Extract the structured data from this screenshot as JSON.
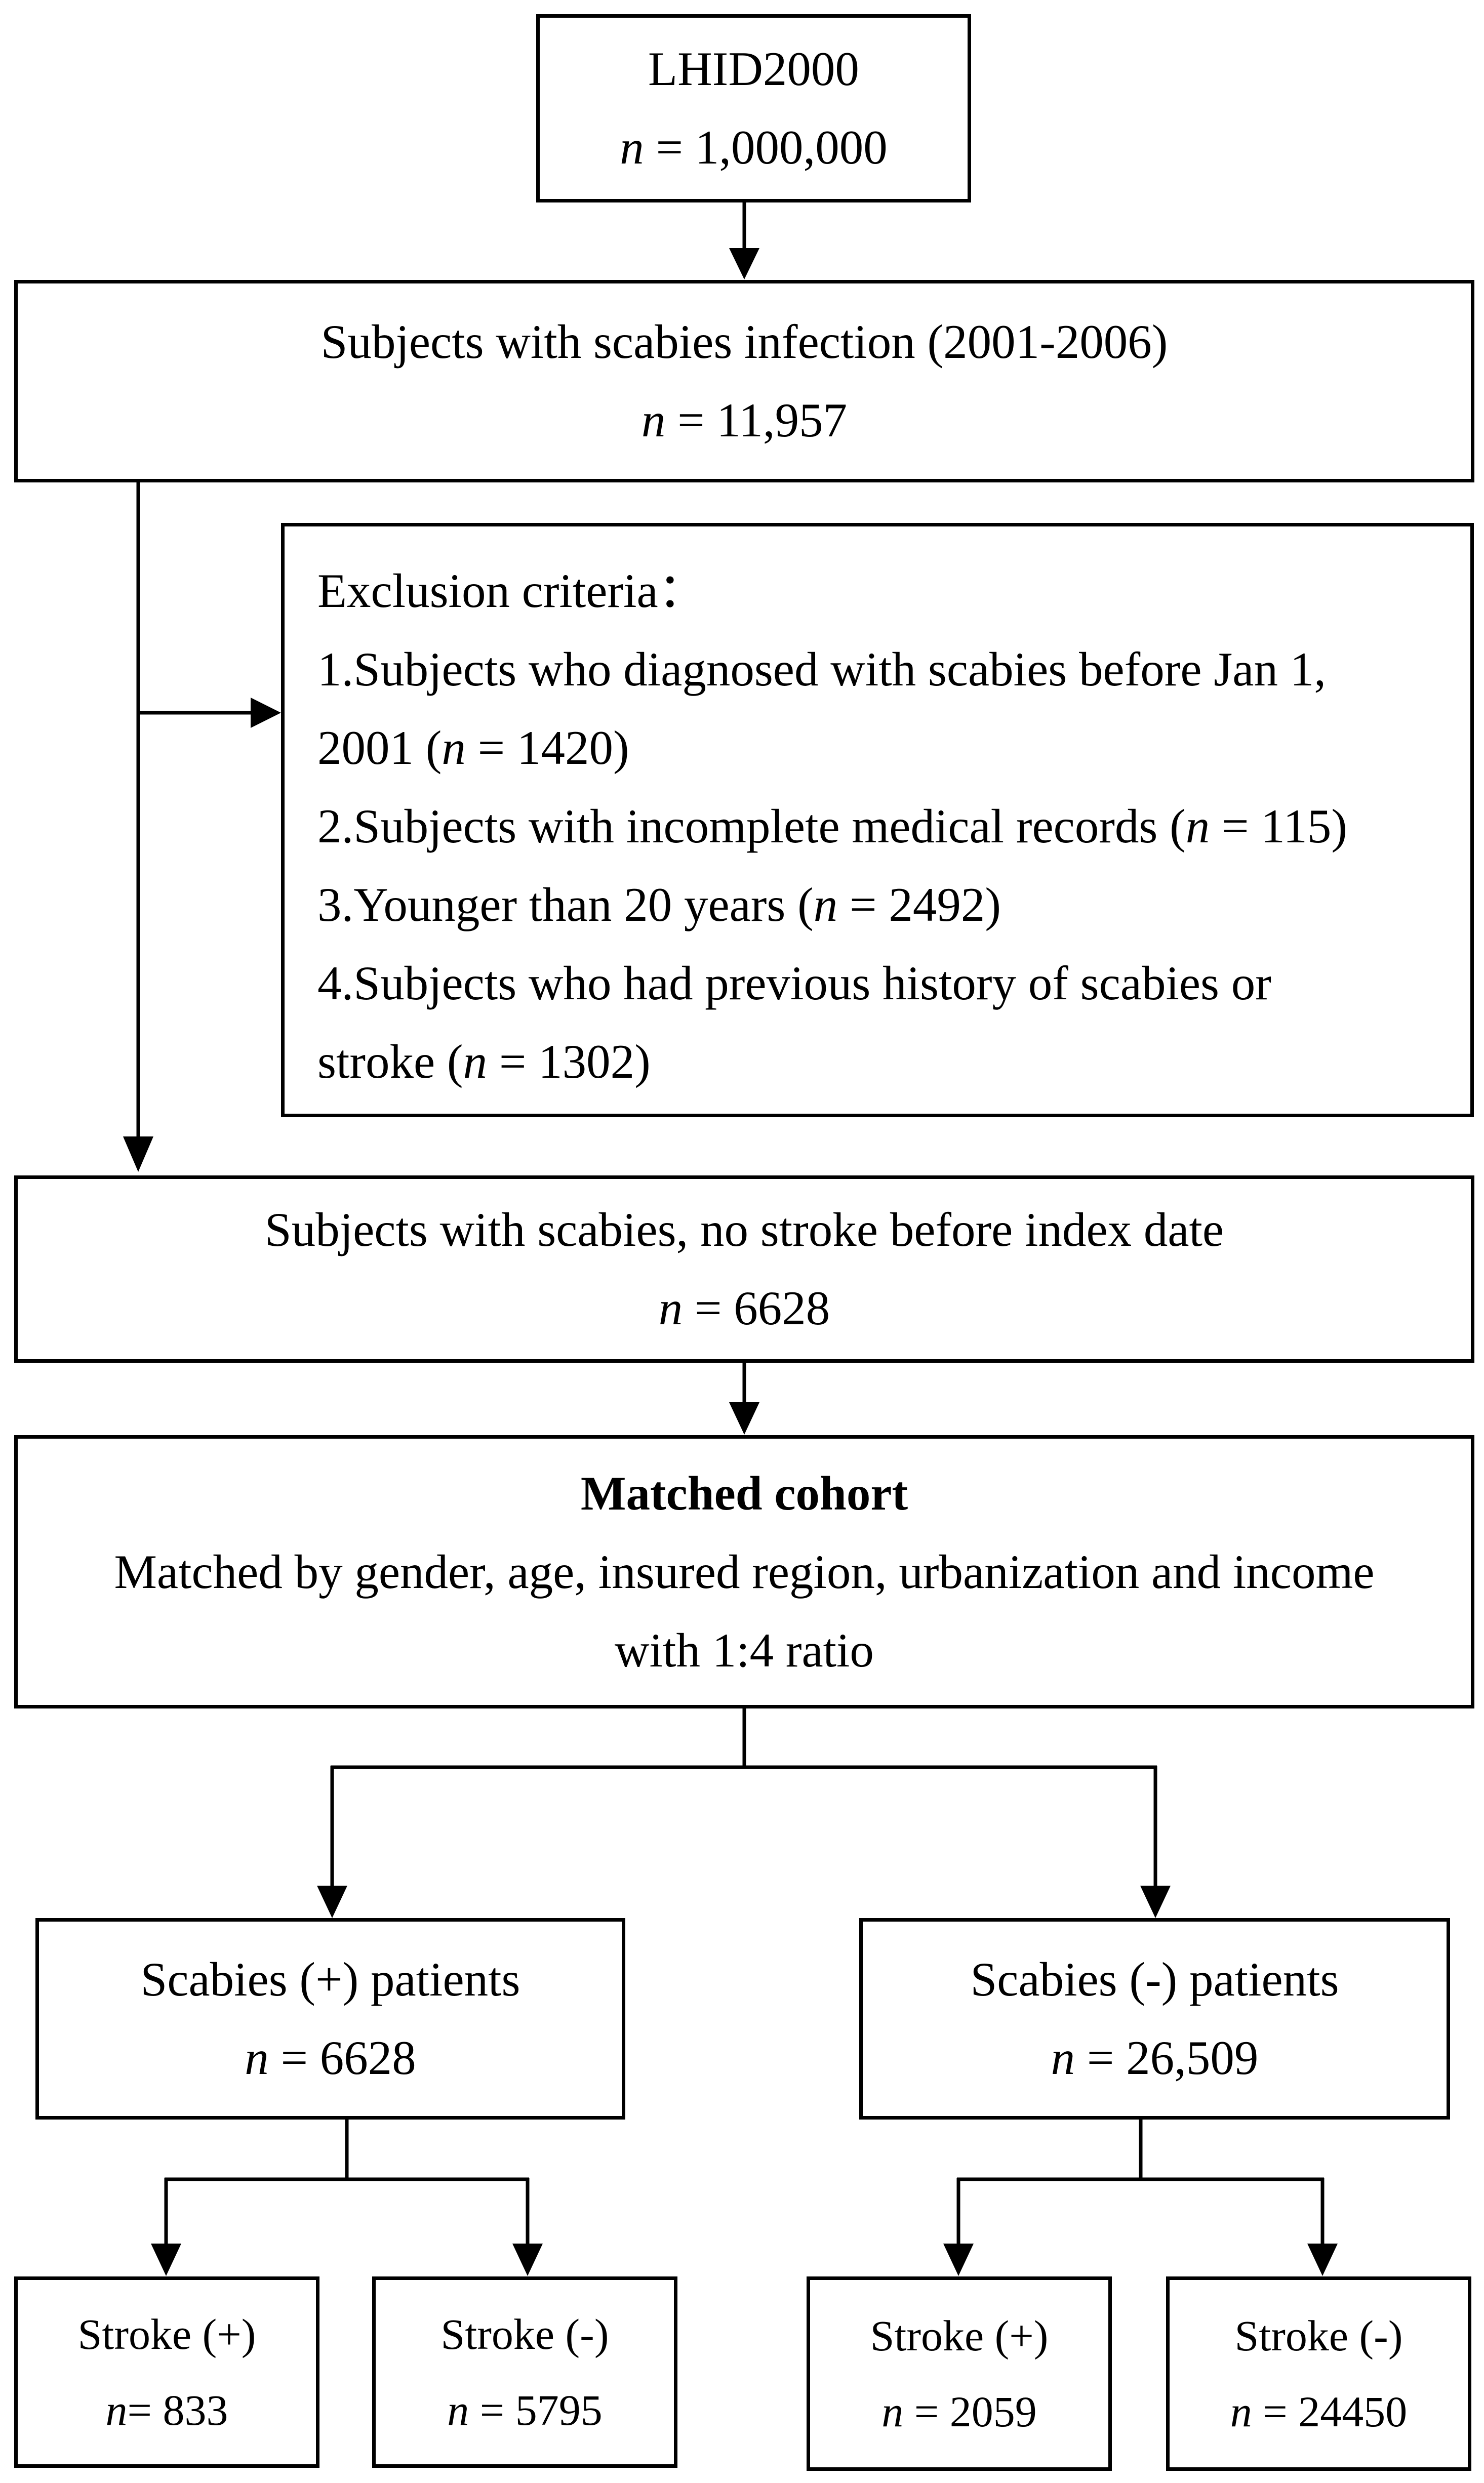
{
  "source": {
    "title": "LHID2000",
    "n_label": "n",
    "n_value": " = 1,000,000"
  },
  "scabies_infection": {
    "title": "Subjects with scabies infection (2001-2006)",
    "n_label": "n",
    "n_value": " = 11,957"
  },
  "exclusion": {
    "heading": "Exclusion criteria：",
    "item1_line1": "1.Subjects who diagnosed with scabies before Jan 1,",
    "item1_line2_pre": "2001 (",
    "item1_n": "n",
    "item1_line2_post": " = 1420)",
    "item2_pre": "2.Subjects with incomplete medical records (",
    "item2_n": "n",
    "item2_post": " = 115)",
    "item3_pre": "3.Younger than 20 years (",
    "item3_n": "n",
    "item3_post": " = 2492)",
    "item4_line1": "4.Subjects who had previous history of scabies or",
    "item4_line2_pre": "stroke (",
    "item4_n": "n",
    "item4_line2_post": " = 1302)"
  },
  "no_stroke": {
    "title": "Subjects with scabies, no stroke before index date",
    "n_label": "n",
    "n_value": " = 6628"
  },
  "matched": {
    "title": "Matched cohort",
    "line1": "Matched by gender, age, insured region, urbanization and income",
    "line2": "with 1:4 ratio"
  },
  "scabies_pos": {
    "title": "Scabies (+) patients",
    "n_label": "n",
    "n_value": " = 6628"
  },
  "scabies_neg": {
    "title": "Scabies (-) patients",
    "n_label": "n",
    "n_value": " = 26,509"
  },
  "pos_stroke_pos": {
    "title": "Stroke (+)",
    "n_label": "n",
    "n_value": "= 833"
  },
  "pos_stroke_neg": {
    "title": "Stroke (-)",
    "n_label": "n",
    "n_value": " = 5795"
  },
  "neg_stroke_pos": {
    "title": "Stroke (+)",
    "n_label": "n",
    "n_value": " = 2059"
  },
  "neg_stroke_neg": {
    "title": "Stroke (-)",
    "n_label": "n",
    "n_value": " = 24450"
  }
}
